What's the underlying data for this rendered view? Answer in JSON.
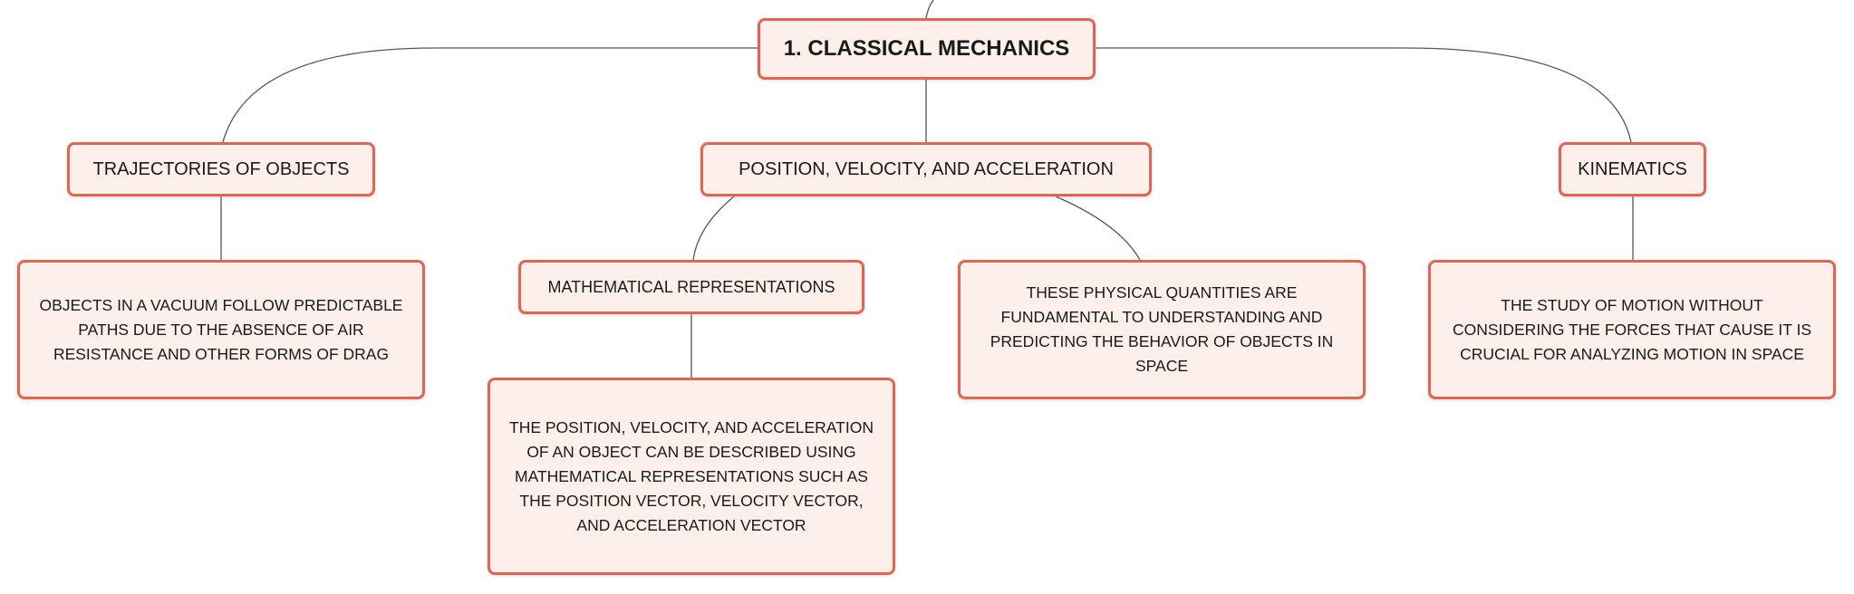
{
  "diagram": {
    "root": {
      "label": "1. CLASSICAL MECHANICS"
    },
    "topics": [
      {
        "label": "TRAJECTORIES OF OBJECTS",
        "description": "OBJECTS IN A VACUUM FOLLOW PREDICTABLE PATHS DUE TO THE ABSENCE OF AIR RESISTANCE AND OTHER FORMS OF DRAG"
      },
      {
        "label": "POSITION, VELOCITY, AND ACCELERATION",
        "subtopic": {
          "label": "MATHEMATICAL REPRESENTATIONS",
          "description": "THE POSITION, VELOCITY, AND ACCELERATION OF AN OBJECT CAN BE DESCRIBED USING MATHEMATICAL REPRESENTATIONS SUCH AS THE POSITION VECTOR, VELOCITY VECTOR, AND ACCELERATION VECTOR"
        },
        "description": "THESE PHYSICAL QUANTITIES ARE FUNDAMENTAL TO UNDERSTANDING AND PREDICTING THE BEHAVIOR OF OBJECTS IN SPACE"
      },
      {
        "label": "KINEMATICS",
        "description": "THE STUDY OF MOTION WITHOUT CONSIDERING THE FORCES THAT CAUSE IT IS CRUCIAL FOR ANALYZING MOTION IN SPACE"
      }
    ],
    "colors": {
      "node_border": "#e16555",
      "node_fill": "#fdf0eb",
      "connector": "#555555",
      "text": "#1a1a1a"
    }
  }
}
